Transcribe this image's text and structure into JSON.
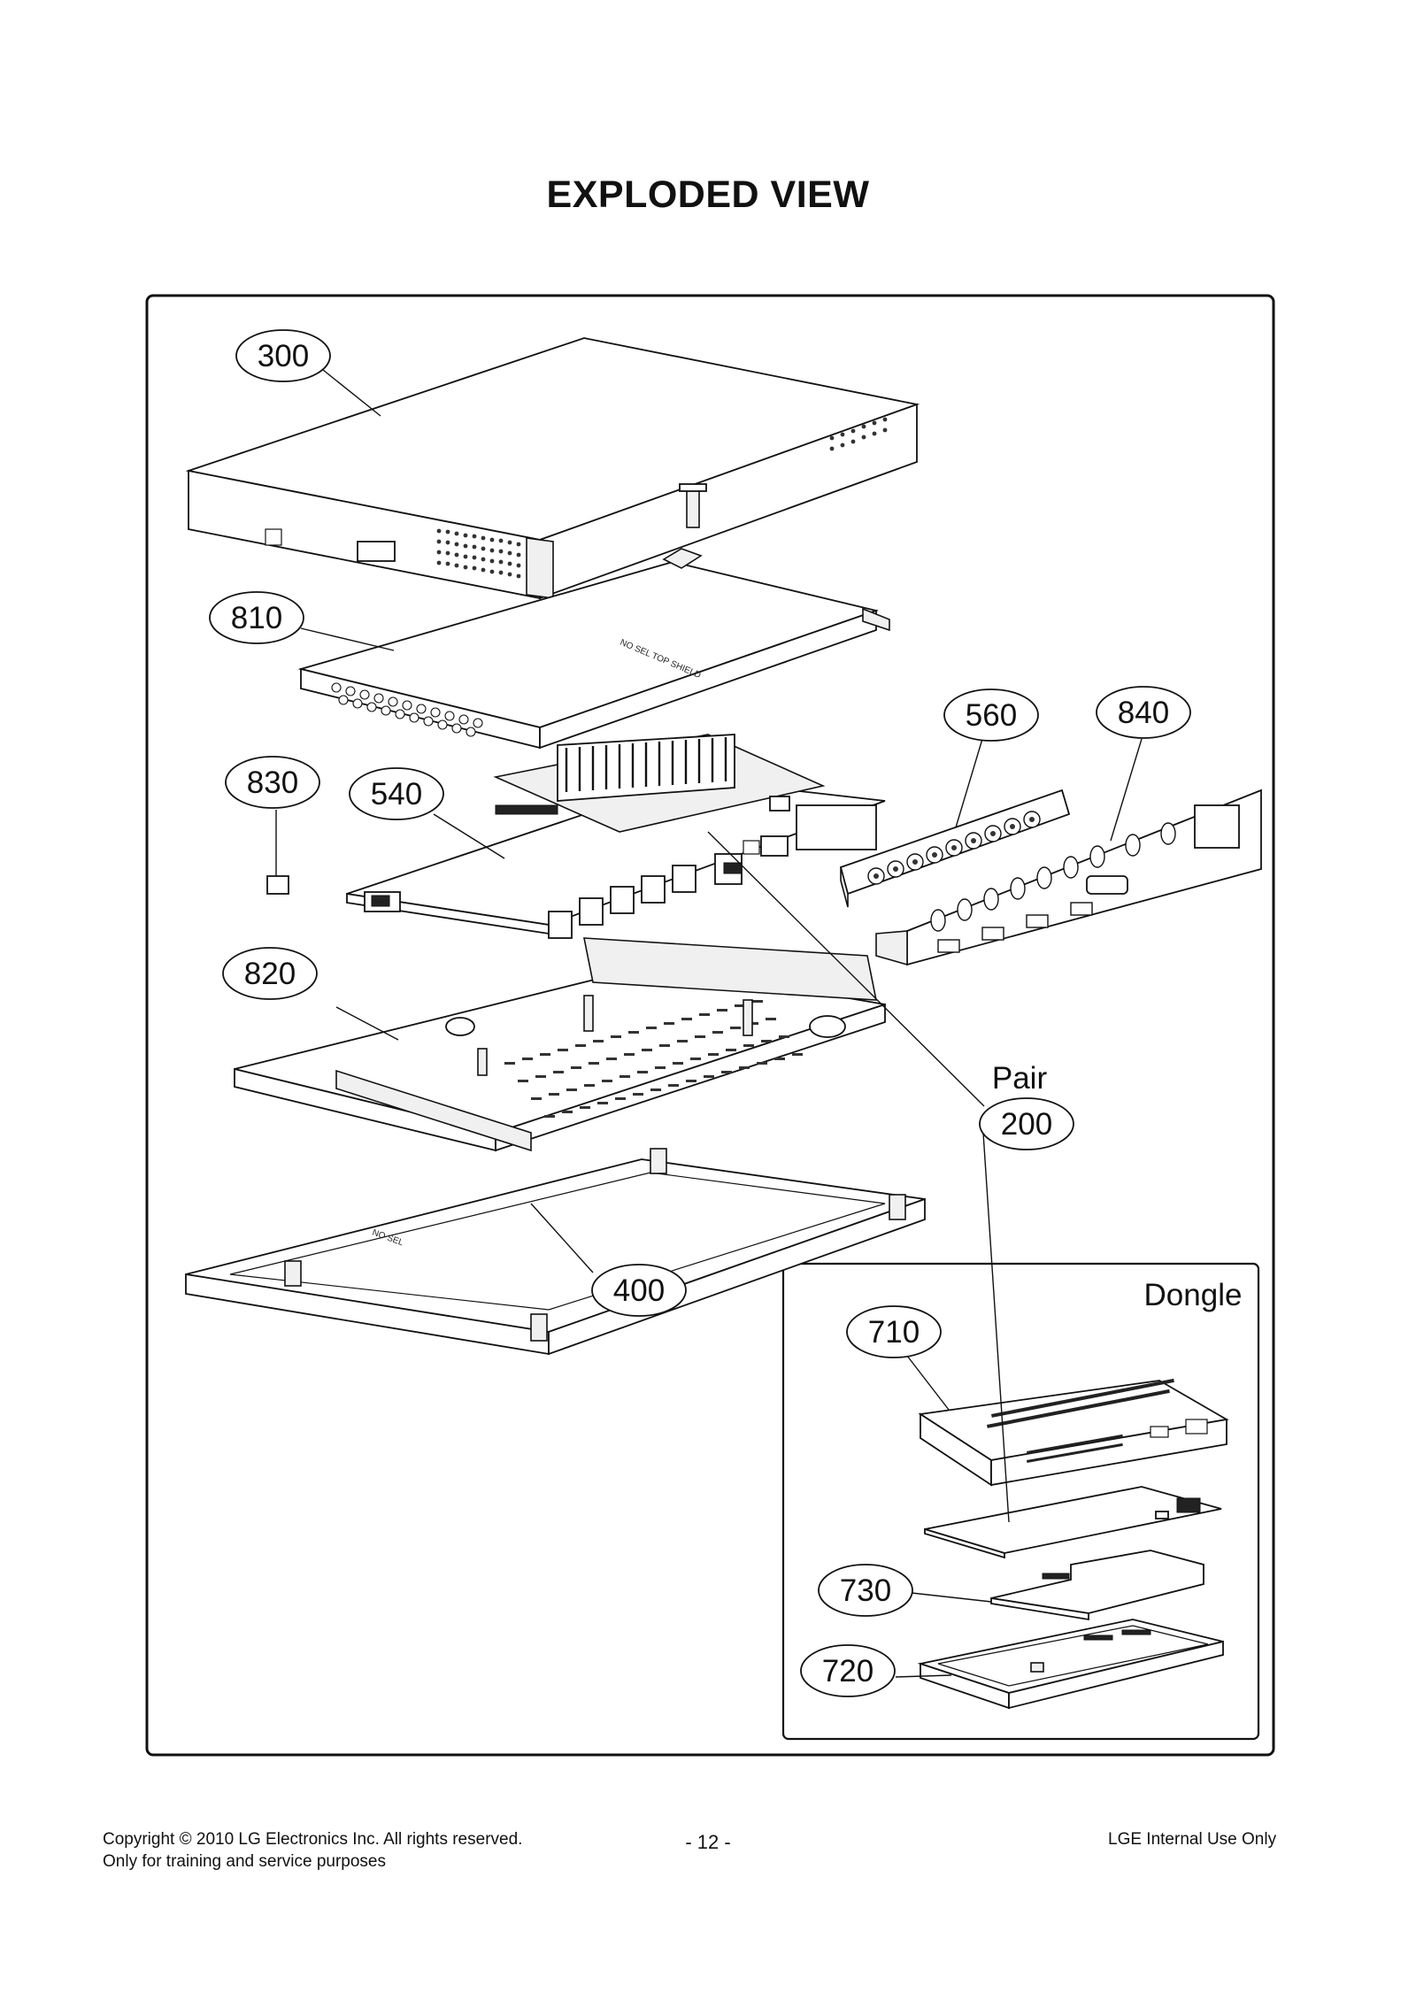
{
  "page": {
    "title": "EXPLODED VIEW"
  },
  "callouts": [
    {
      "id": "300",
      "text": "300"
    },
    {
      "id": "810",
      "text": "810"
    },
    {
      "id": "560",
      "text": "560"
    },
    {
      "id": "840",
      "text": "840"
    },
    {
      "id": "830",
      "text": "830"
    },
    {
      "id": "540",
      "text": "540"
    },
    {
      "id": "820",
      "text": "820"
    },
    {
      "id": "200",
      "text": "200"
    },
    {
      "id": "400",
      "text": "400"
    },
    {
      "id": "710",
      "text": "710"
    },
    {
      "id": "730",
      "text": "730"
    },
    {
      "id": "720",
      "text": "720"
    }
  ],
  "labels": {
    "pair": "Pair",
    "dongle": "Dongle"
  },
  "footer": {
    "copyright": "Copyright © 2010 LG Electronics Inc. All rights reserved.",
    "purpose": "Only for training and service purposes",
    "page_number": "- 12 -",
    "internal": "LGE Internal Use Only"
  }
}
